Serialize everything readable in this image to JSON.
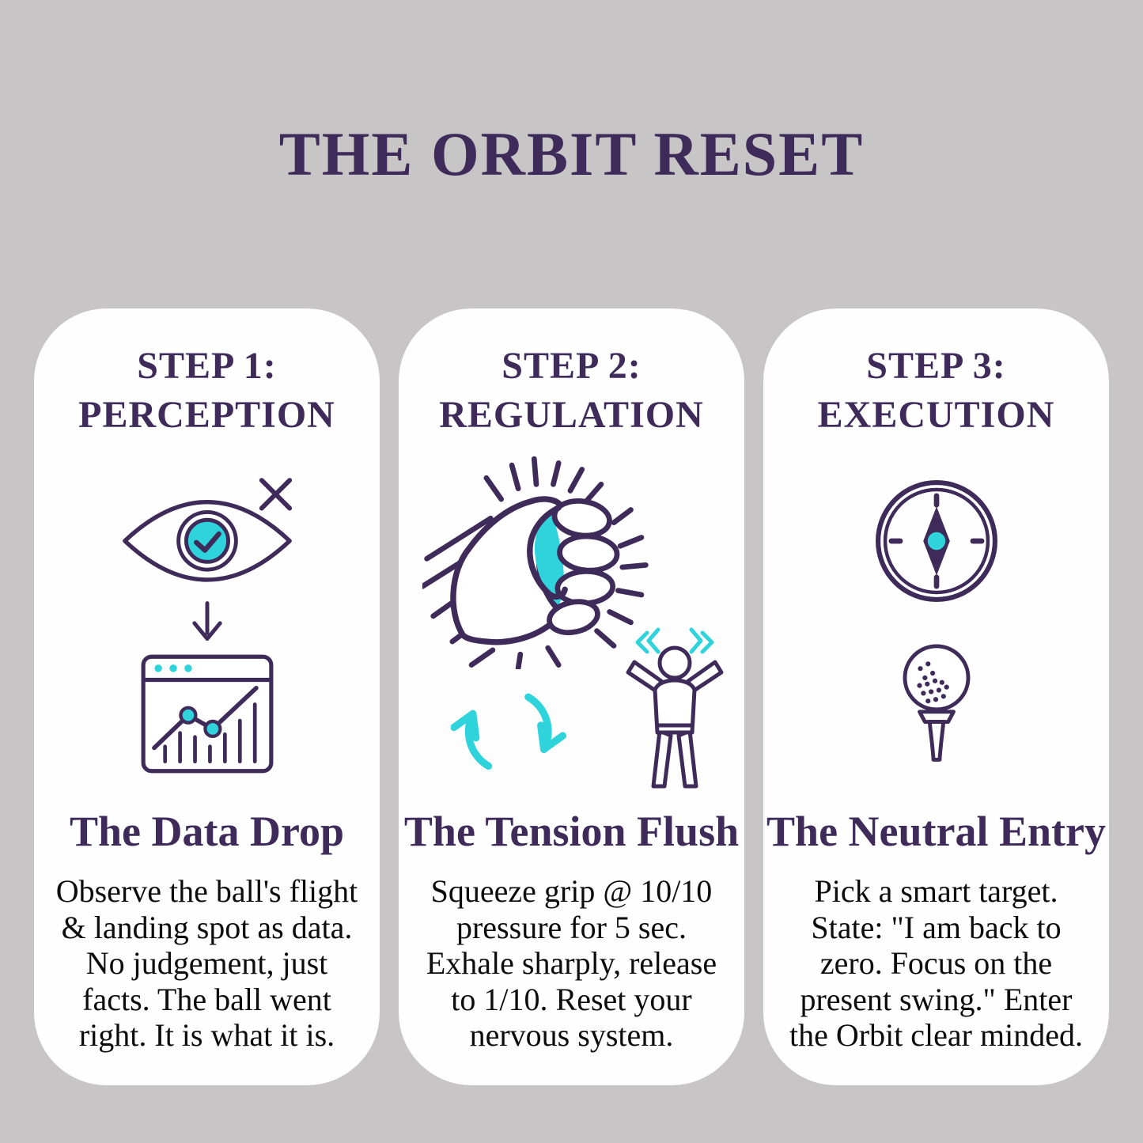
{
  "colors": {
    "accent_purple": "#3e2b59",
    "icon_teal": "#2ed3dc",
    "page_bg": "#c7c5c6",
    "card_bg": "#fefefe",
    "body_text": "#0c0c0c"
  },
  "page": {
    "title": "THE ORBIT RESET"
  },
  "steps": [
    {
      "step_label": "STEP 1:",
      "step_name": "PERCEPTION",
      "icons": [
        "eye-check-icon",
        "down-arrow-icon",
        "analytics-window-icon"
      ],
      "title": "The Data Drop",
      "body": "Observe the ball's flight\n& landing spot as data.\nNo judgement, just\nfacts. The ball went\nright. It is what it is."
    },
    {
      "step_label": "STEP 2:",
      "step_name": "REGULATION",
      "icons": [
        "squeeze-fist-icon",
        "cycle-arrows-icon",
        "shrug-person-icon"
      ],
      "title": "The Tension Flush",
      "body": "Squeeze grip @ 10/10\npressure for 5 sec.\nExhale sharply, release\nto 1/10. Reset your\nnervous system."
    },
    {
      "step_label": "STEP 3:",
      "step_name": "EXECUTION",
      "icons": [
        "compass-icon",
        "golf-ball-tee-icon"
      ],
      "title": "The Neutral Entry",
      "body": "Pick a smart target.\nState: \"I am back to\nzero. Focus on the\npresent swing.\" Enter\nthe Orbit clear minded."
    }
  ]
}
